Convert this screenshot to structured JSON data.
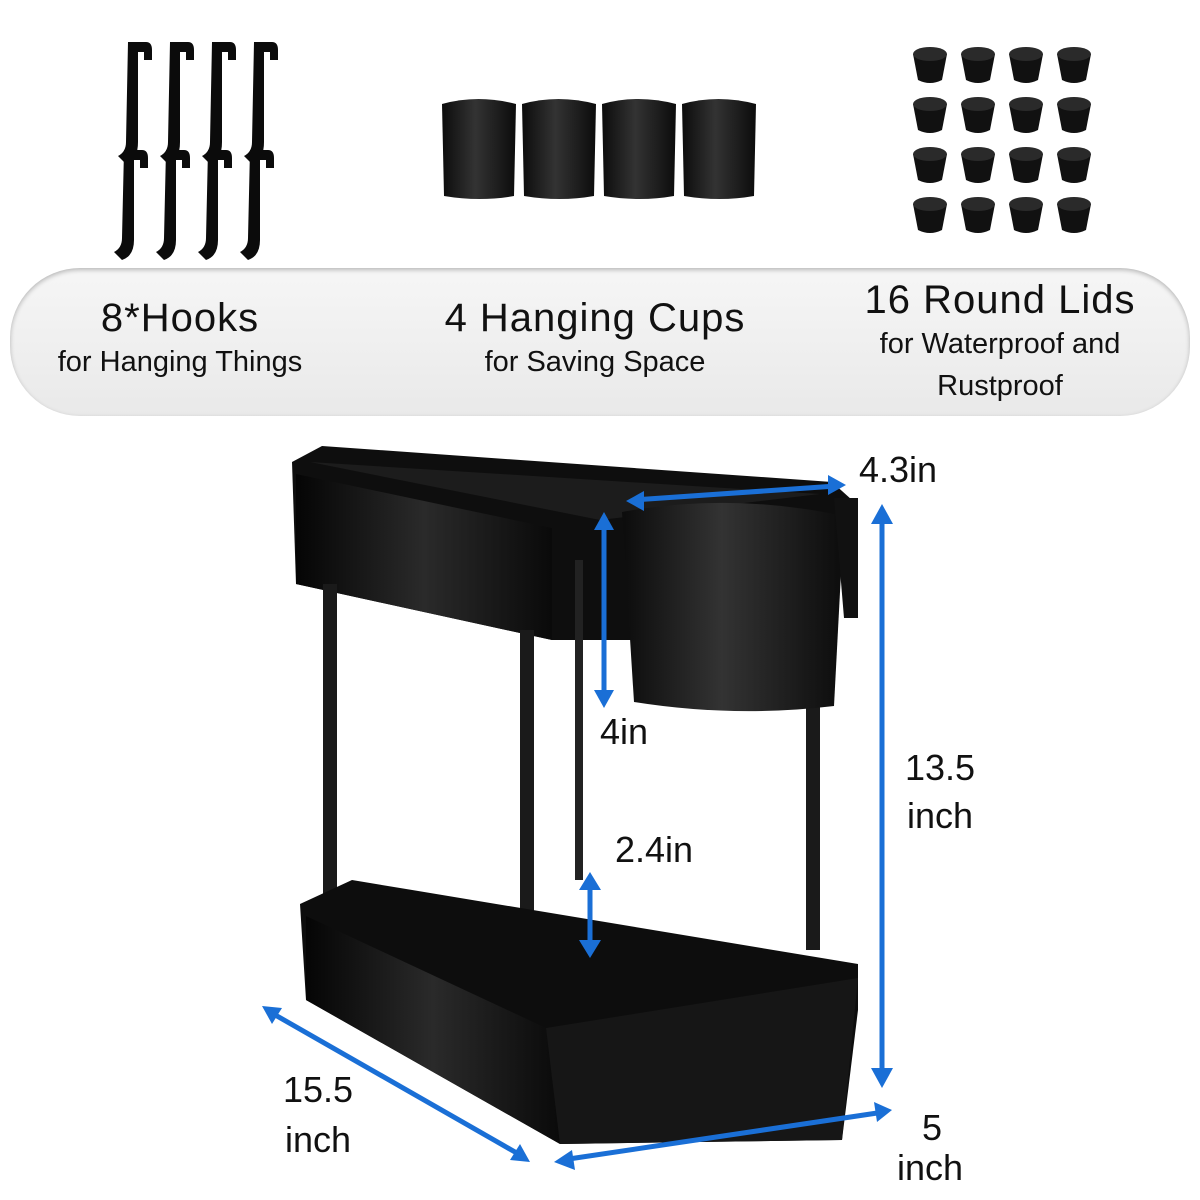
{
  "features": [
    {
      "title": "8*Hooks",
      "subtitle": "for Hanging Things"
    },
    {
      "title": "4 Hanging Cups",
      "subtitle": "for Saving Space"
    },
    {
      "title": "16 Round Lids",
      "subtitle_line1": "for Waterproof and",
      "subtitle_line2": "Rustproof"
    }
  ],
  "dimensions": {
    "cup_width": "4.3in",
    "cup_height": "4in",
    "base_height": "2.4in",
    "total_height_value": "13.5",
    "total_height_unit": "inch",
    "length_value": "15.5",
    "length_unit": "inch",
    "width_value": "5",
    "width_unit": "inch"
  },
  "colors": {
    "arrow": "#1a6fd6",
    "product": "#111111",
    "banner": "#eeeeee"
  }
}
